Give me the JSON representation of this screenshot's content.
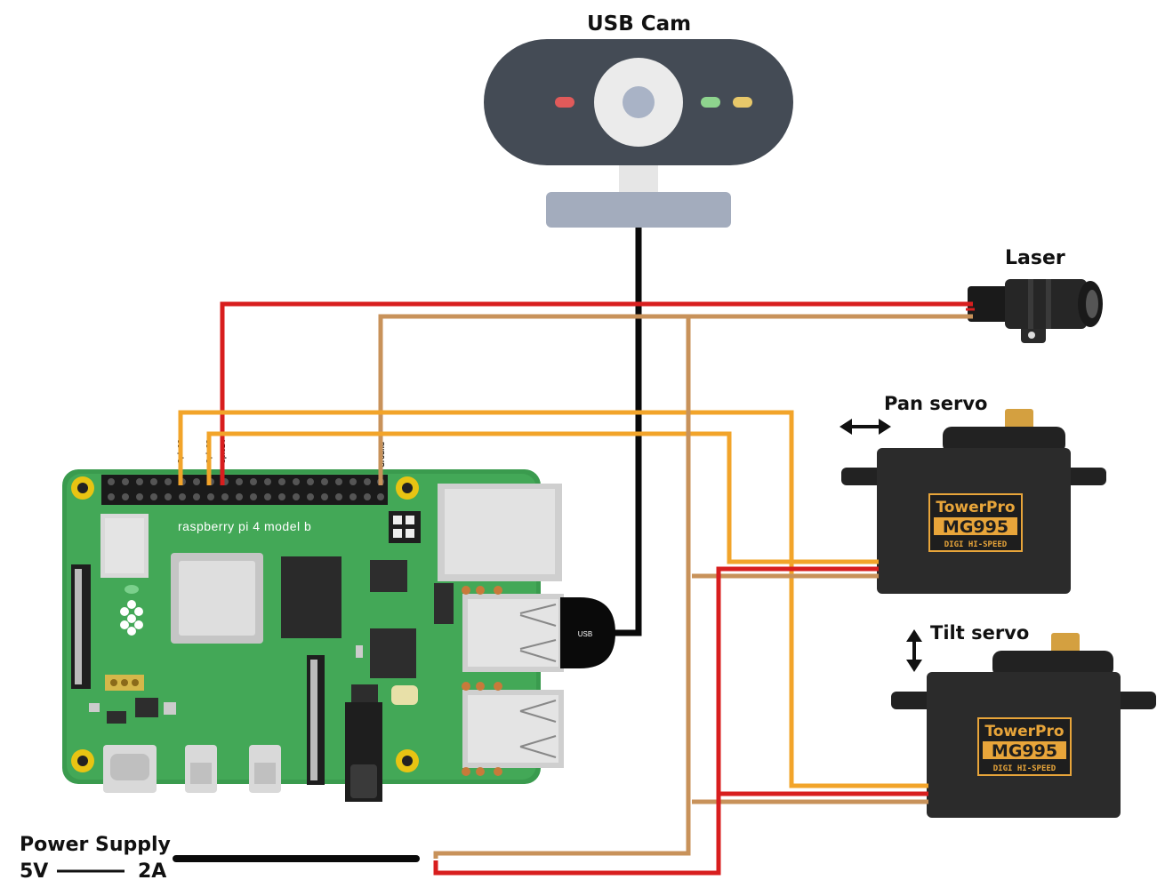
{
  "labels": {
    "usb_cam": "USB Cam",
    "laser": "Laser",
    "pan_servo": "Pan servo",
    "tilt_servo": "Tilt servo",
    "power_supply": "Power Supply",
    "voltage": "5V",
    "current": "2A"
  },
  "pi": {
    "board_label": "raspberry pi 4 model b",
    "usb_plug_label": "USB",
    "pins": {
      "gpio18": "Gpio18",
      "gpio23": "Gpio23",
      "gpio24": "Gpio24",
      "ground": "Ground"
    }
  },
  "servos": {
    "pan": {
      "brand": "TowerPro",
      "model": "MG995",
      "tagline": "DIGI  HI-SPEED"
    },
    "tilt": {
      "brand": "TowerPro",
      "model": "MG995",
      "tagline": "DIGI  HI-SPEED"
    }
  },
  "colors": {
    "wire_red": "#d81e1e",
    "wire_tan": "#c8925a",
    "wire_orange": "#f2a42a",
    "wire_black": "#0a0a0a",
    "board_green": "#3a9b4e",
    "servo_body": "#2b2b2b",
    "servo_label_gold": "#e8a53a",
    "camera_body": "#444b55"
  }
}
